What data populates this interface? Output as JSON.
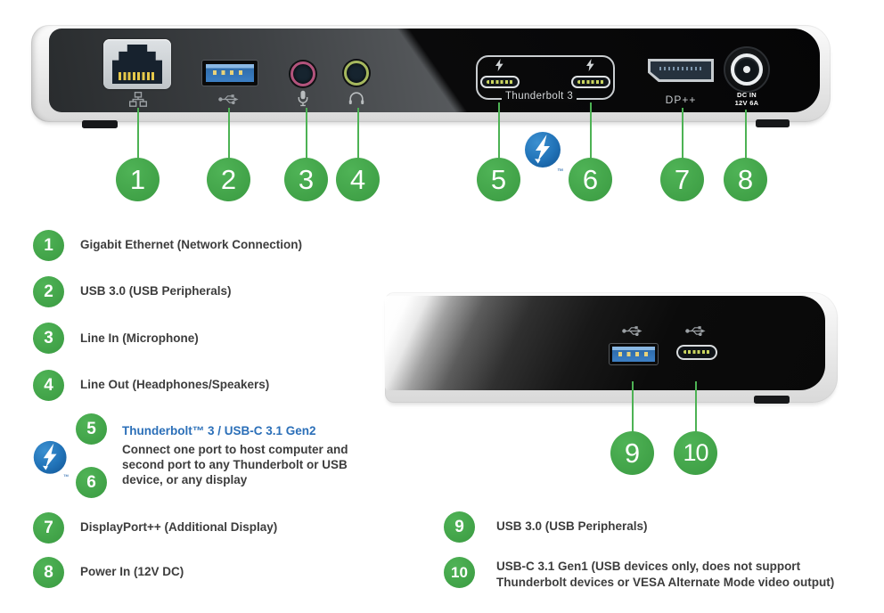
{
  "colors": {
    "callout_green": "#45a94c",
    "line_green": "#4db254",
    "title_blue": "#2b6fb8",
    "body_text": "#3d3d3d",
    "thunderbolt_blue": "#2173b8"
  },
  "rear_panel": {
    "thunderbolt_group_label": "Thunderbolt 3",
    "dp_label": "DP++",
    "dc_label_line1": "DC IN",
    "dc_label_line2": "12V 6A",
    "trademark": "™"
  },
  "icons": {
    "ethernet": "ethernet-network-icon",
    "usb": "usb-trident-icon",
    "microphone": "microphone-icon",
    "headphones": "headphones-icon",
    "lightning": "lightning-bolt-icon",
    "thunderbolt_logo": "thunderbolt-logo-icon"
  },
  "callouts": {
    "n1": "1",
    "n2": "2",
    "n3": "3",
    "n4": "4",
    "n5": "5",
    "n6": "6",
    "n7": "7",
    "n8": "8",
    "n9": "9",
    "n10": "10"
  },
  "legend": {
    "i1": {
      "num": "1",
      "text": "Gigabit Ethernet (Network Connection)"
    },
    "i2": {
      "num": "2",
      "text": "USB 3.0 (USB Peripherals)"
    },
    "i3": {
      "num": "3",
      "text": "Line In (Microphone)"
    },
    "i4": {
      "num": "4",
      "text": "Line Out (Headphones/Speakers)"
    },
    "i56": {
      "num5": "5",
      "num6": "6",
      "title": "Thunderbolt™ 3 / USB-C 3.1 Gen2",
      "body_lines": [
        "Connect one port to host computer and",
        "second port to any Thunderbolt or USB",
        "device, or any display"
      ]
    },
    "i7": {
      "num": "7",
      "text": "DisplayPort++ (Additional Display)"
    },
    "i8": {
      "num": "8",
      "text": "Power In (12V DC)"
    },
    "i9": {
      "num": "9",
      "text": "USB 3.0 (USB Peripherals)"
    },
    "i10": {
      "num": "10",
      "lines": [
        "USB-C 3.1 Gen1 (USB devices only, does not support",
        "Thunderbolt devices or VESA Alternate Mode video output)"
      ]
    }
  }
}
